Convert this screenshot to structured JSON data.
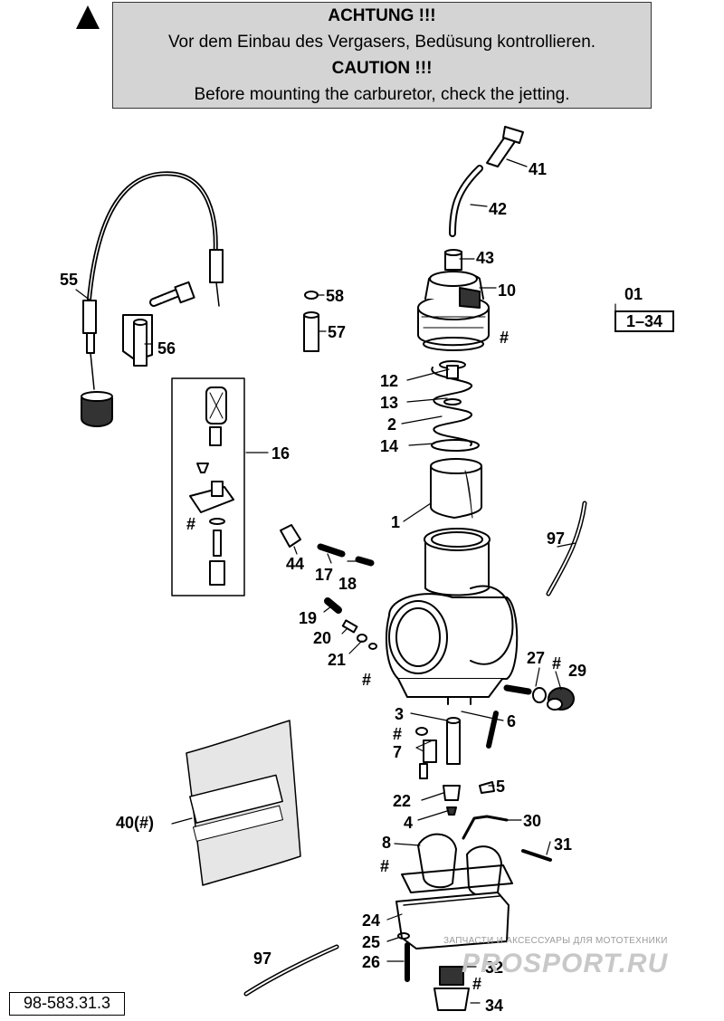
{
  "caution": {
    "line1": "ACHTUNG !!!",
    "line2": "Vor dem Einbau des Vergasers, Bedüsung kontrollieren.",
    "line3": "CAUTION !!!",
    "line4": "Before mounting the carburetor, check the jetting."
  },
  "set_label": "01",
  "set_range": "1–34",
  "doc_number": "98-583.31.3",
  "watermark": {
    "small": "ЗАПЧАСТИ И АКСЕССУАРЫ ДЛЯ МОТОТЕХНИКИ",
    "big": "PROSPORT.RU"
  },
  "callouts": {
    "c41": "41",
    "c42": "42",
    "c43": "43",
    "c10": "10",
    "c55": "55",
    "c58": "58",
    "c57": "57",
    "c56": "56",
    "c12": "12",
    "c13": "13",
    "c2": "2",
    "c14": "14",
    "c16": "16",
    "c1": "1",
    "c97a": "97",
    "c44": "44",
    "c17": "17",
    "c18": "18",
    "c19": "19",
    "c20": "20",
    "c21": "21",
    "c27": "27",
    "c29": "29",
    "c3": "3",
    "c6": "6",
    "c7": "7",
    "c5": "5",
    "c22": "22",
    "c4": "4",
    "c40": "40(#)",
    "c30": "30",
    "c8": "8",
    "c31": "31",
    "c24": "24",
    "c25": "25",
    "c97b": "97",
    "c26": "26",
    "c32": "32",
    "c34": "34"
  },
  "hash": "#"
}
